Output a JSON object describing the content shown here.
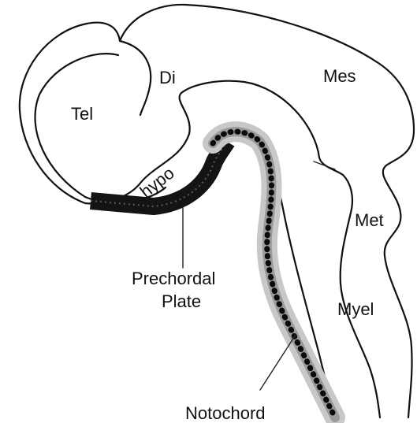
{
  "labels": {
    "tel": "Tel",
    "di": "Di",
    "mes": "Mes",
    "hypo": "hypo",
    "met": "Met",
    "myel": "Myel",
    "prechordal_line1": "Prechordal",
    "prechordal_line2": "Plate",
    "notochord": "Notochord"
  }
}
